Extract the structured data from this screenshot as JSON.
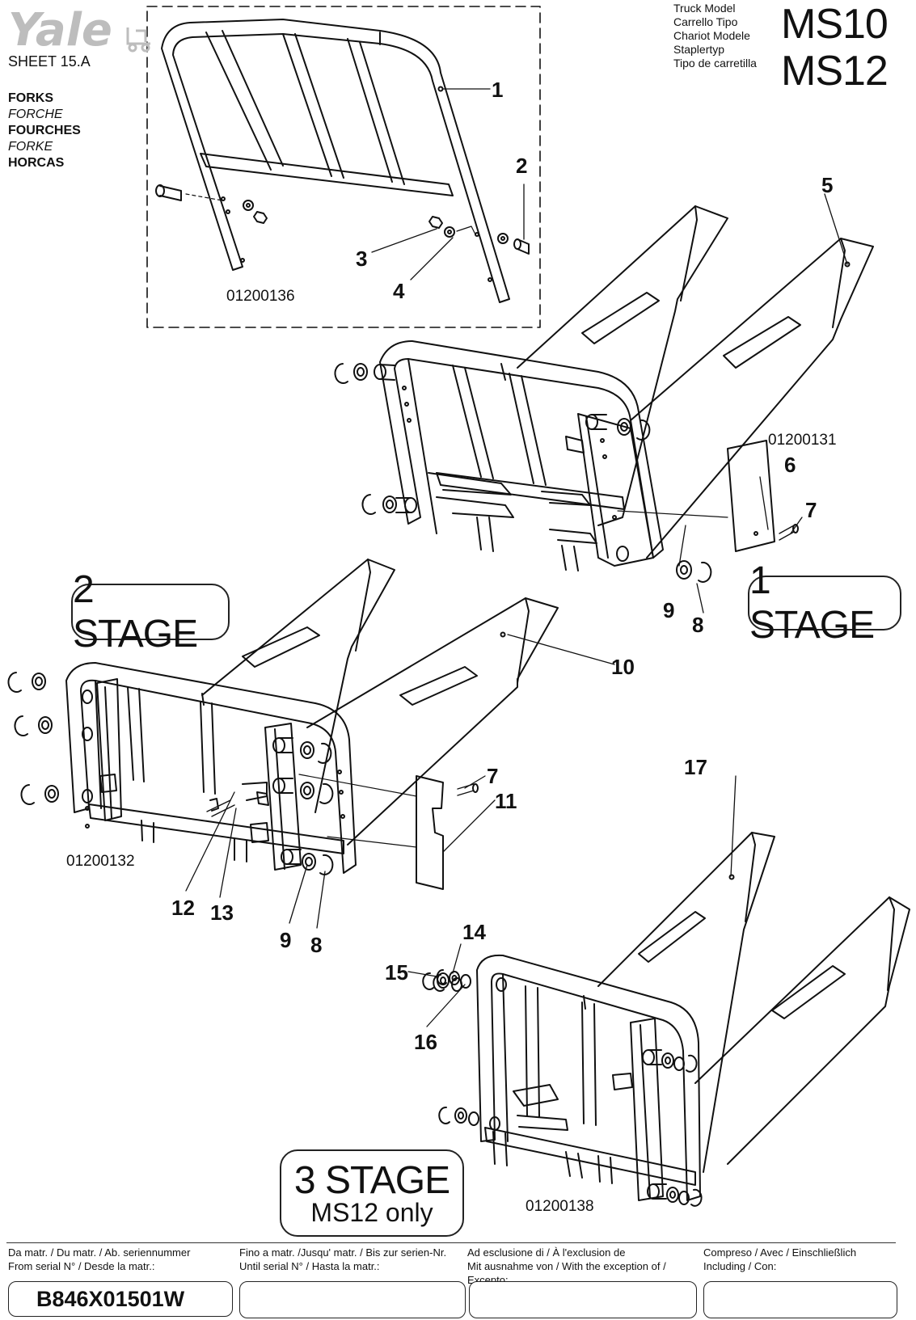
{
  "header": {
    "brand": "Yale",
    "sheet": "SHEET 15.A",
    "titles": [
      {
        "text": "FORKS",
        "style": "bold"
      },
      {
        "text": "FORCHE",
        "style": "italic"
      },
      {
        "text": "FOURCHES",
        "style": "bold"
      },
      {
        "text": "FORKE",
        "style": "italic"
      },
      {
        "text": "HORCAS",
        "style": "bold"
      }
    ],
    "truck_labels": [
      "Truck Model",
      "Carrello Tipo",
      "Chariot Modele",
      "Staplertyp",
      "Tipo de carretilla"
    ],
    "models": [
      "MS10",
      "MS12"
    ]
  },
  "callouts": [
    "1",
    "2",
    "3",
    "4",
    "5",
    "6",
    "7",
    "8",
    "9",
    "10",
    "7",
    "11",
    "12",
    "13",
    "9",
    "8",
    "14",
    "15",
    "16",
    "17"
  ],
  "part_numbers": [
    "01200136",
    "01200131",
    "01200132",
    "01200138"
  ],
  "stages": {
    "one": "1 STAGE",
    "two": "2 STAGE",
    "three": "3 STAGE",
    "three_sub": "MS12 only"
  },
  "footer": {
    "col1": {
      "line1": "Da matr. / Du matr. / Ab. seriennummer",
      "line2": "From serial N° / Desde la matr.:"
    },
    "col2": {
      "line1": "Fino a matr. /Jusqu' matr. / Bis zur serien-Nr.",
      "line2": "Until serial N° / Hasta la matr.:"
    },
    "col3": {
      "line1": "Ad esclusione di / À l'exclusion de",
      "line2": "Mit ausnahme von / With the exception of / Excepto:"
    },
    "col4": {
      "line1": "Compreso / Avec / Einschließlich",
      "line2": "Including / Con:"
    },
    "serial_from": "B846X01501W"
  },
  "colors": {
    "ink": "#111111",
    "logo": "#bdbdbd"
  }
}
